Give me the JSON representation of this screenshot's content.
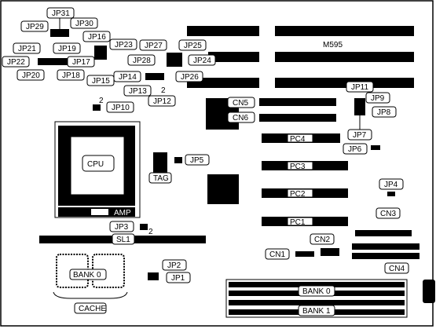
{
  "board_label": "M595",
  "cpu": {
    "label": "CPU",
    "socket_label": "AMP"
  },
  "jumpers": {
    "JP1": "JP1",
    "JP2": "JP2",
    "JP3": "JP3",
    "JP4": "JP4",
    "JP5": "JP5",
    "JP6": "JP6",
    "JP7": "JP7",
    "JP8": "JP8",
    "JP9": "JP9",
    "JP10": "JP10",
    "JP11": "JP11",
    "JP12": "JP12",
    "JP13": "JP13",
    "JP14": "JP14",
    "JP15": "JP15",
    "JP16": "JP16",
    "JP17": "JP17",
    "JP18": "JP18",
    "JP19": "JP19",
    "JP20": "JP20",
    "JP21": "JP21",
    "JP22": "JP22",
    "JP23": "JP23",
    "JP24": "JP24",
    "JP25": "JP25",
    "JP26": "JP26",
    "JP27": "JP27",
    "JP28": "JP28",
    "JP29": "JP29",
    "JP30": "JP30",
    "JP31": "JP31"
  },
  "pin_markers": {
    "jp10_pin": "2",
    "jp12_pin": "2",
    "jp3_pin": "2"
  },
  "connectors": {
    "CN1": "CN1",
    "CN2": "CN2",
    "CN3": "CN3",
    "CN4": "CN4",
    "CN5": "CN5",
    "CN6": "CN6"
  },
  "pci_slots": [
    "PC4",
    "PC3",
    "PC2",
    "PC1"
  ],
  "tag_label": "TAG",
  "sl1_label": "SL1",
  "cache": {
    "bank_label": "BANK 0",
    "group_label": "CACHE"
  },
  "simm": {
    "bank0": "BANK 0",
    "bank1": "BANK 1"
  }
}
